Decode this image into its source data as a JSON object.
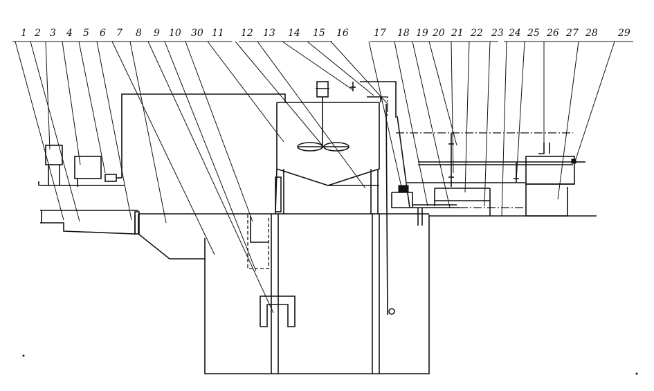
{
  "callouts": [
    {
      "id": "1",
      "label": "1"
    },
    {
      "id": "2",
      "label": "2"
    },
    {
      "id": "3",
      "label": "3"
    },
    {
      "id": "4",
      "label": "4"
    },
    {
      "id": "5",
      "label": "5"
    },
    {
      "id": "6",
      "label": "6"
    },
    {
      "id": "7",
      "label": "7"
    },
    {
      "id": "8",
      "label": "8"
    },
    {
      "id": "9",
      "label": "9"
    },
    {
      "id": "10",
      "label": "10"
    },
    {
      "id": "30",
      "label": "30"
    },
    {
      "id": "11",
      "label": "11"
    },
    {
      "id": "12",
      "label": "12"
    },
    {
      "id": "13",
      "label": "13"
    },
    {
      "id": "14",
      "label": "14"
    },
    {
      "id": "15",
      "label": "15"
    },
    {
      "id": "16",
      "label": "16"
    },
    {
      "id": "17",
      "label": "17"
    },
    {
      "id": "18",
      "label": "18"
    },
    {
      "id": "19",
      "label": "19"
    },
    {
      "id": "20",
      "label": "20"
    },
    {
      "id": "21",
      "label": "21"
    },
    {
      "id": "22",
      "label": "22"
    },
    {
      "id": "23",
      "label": "23"
    },
    {
      "id": "24",
      "label": "24"
    },
    {
      "id": "25",
      "label": "25"
    },
    {
      "id": "26",
      "label": "26"
    },
    {
      "id": "27",
      "label": "27"
    },
    {
      "id": "28",
      "label": "28"
    },
    {
      "id": "29",
      "label": "29"
    }
  ]
}
